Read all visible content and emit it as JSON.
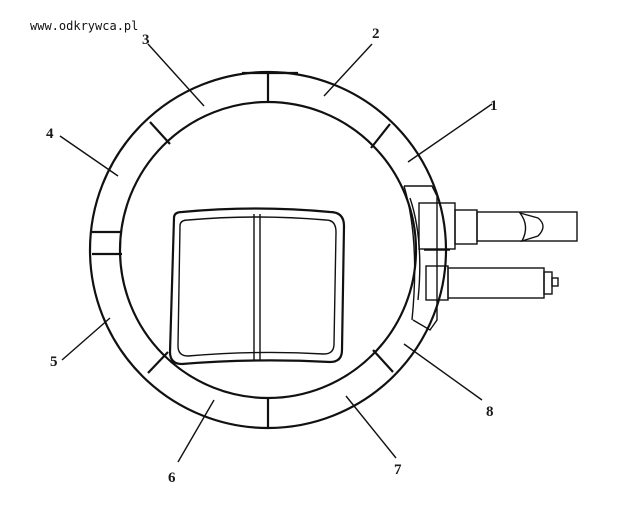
{
  "watermark": "www.odkrywca.pl",
  "labels": [
    {
      "id": "1",
      "text": "1"
    },
    {
      "id": "2",
      "text": "2"
    },
    {
      "id": "3",
      "text": "3"
    },
    {
      "id": "4",
      "text": "4"
    },
    {
      "id": "5",
      "text": "5"
    },
    {
      "id": "6",
      "text": "6"
    },
    {
      "id": "7",
      "text": "7"
    },
    {
      "id": "8",
      "text": "8"
    }
  ]
}
